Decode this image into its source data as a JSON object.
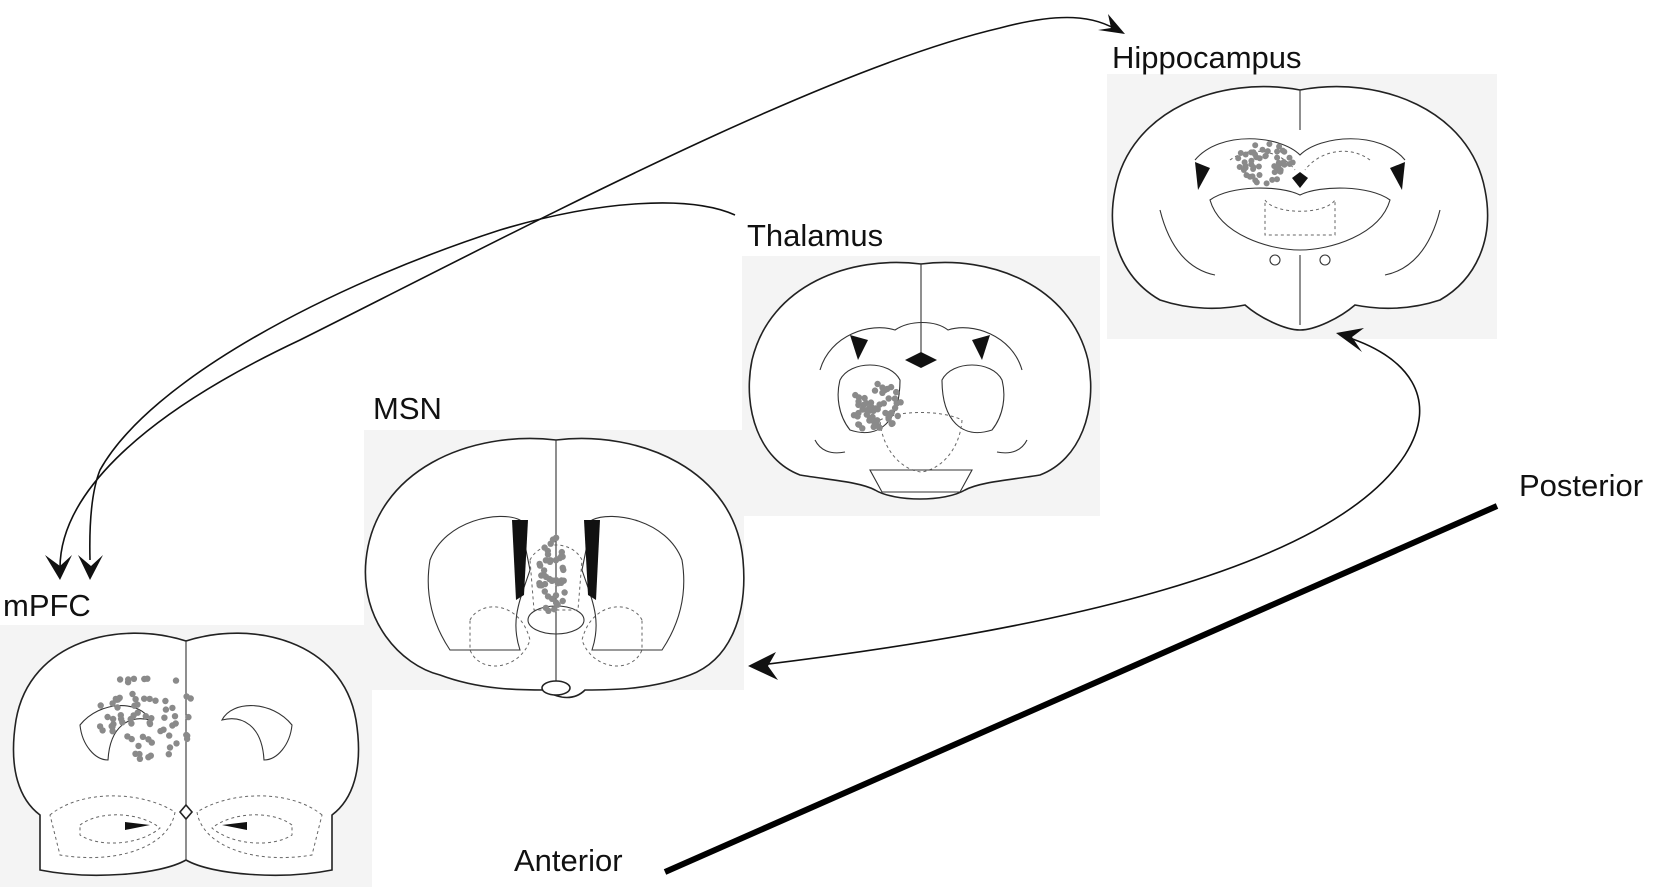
{
  "labels": {
    "hippocampus": "Hippocampus",
    "thalamus": "Thalamus",
    "msn": "MSN",
    "mpfc": "mPFC",
    "posterior": "Posterior",
    "anterior": "Anterior"
  },
  "colors": {
    "dots": "#8a8a8a",
    "lines": "#111111",
    "panel_background": "#f4f4f4"
  }
}
